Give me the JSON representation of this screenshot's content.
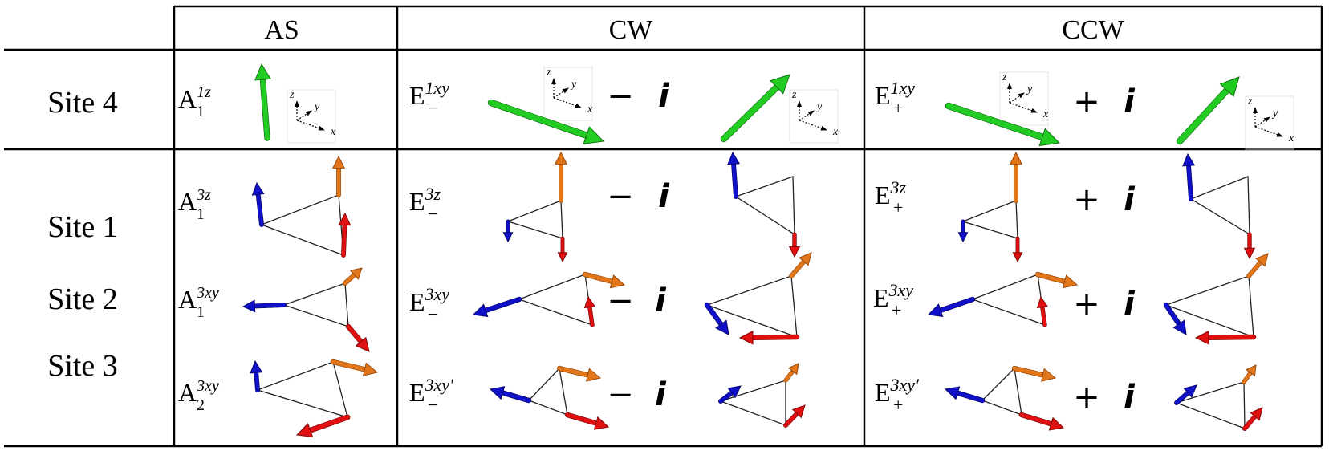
{
  "headers": {
    "as": "AS",
    "cw": "CW",
    "ccw": "CCW"
  },
  "rows": {
    "site4": "Site 4",
    "site1": "Site 1",
    "site2": "Site 2",
    "site3": "Site 3"
  },
  "labels": {
    "a1_1z": {
      "base": "A",
      "sub": "1",
      "sup": "1z"
    },
    "em_1xy": {
      "base": "E",
      "sub": "−",
      "sup": "1xy"
    },
    "ep_1xy": {
      "base": "E",
      "sub": "+",
      "sup": "1xy"
    },
    "a1_3z": {
      "base": "A",
      "sub": "1",
      "sup": "3z"
    },
    "em_3z": {
      "base": "E",
      "sub": "−",
      "sup": "3z"
    },
    "ep_3z": {
      "base": "E",
      "sub": "+",
      "sup": "3z"
    },
    "a1_3xy": {
      "base": "A",
      "sub": "1",
      "sup": "3xy"
    },
    "em_3xy": {
      "base": "E",
      "sub": "−",
      "sup": "3xy"
    },
    "ep_3xy": {
      "base": "E",
      "sub": "+",
      "sup": "3xy"
    },
    "a2_3xy": {
      "base": "A",
      "sub": "2",
      "sup": "3xy"
    },
    "em_3xyp": {
      "base": "E",
      "sub": "−",
      "sup": "3xy′"
    },
    "ep_3xyp": {
      "base": "E",
      "sub": "+",
      "sup": "3xy′"
    }
  },
  "operators": {
    "minus": "−",
    "plus": "+",
    "imag": "i"
  },
  "axis_labels": {
    "x": "x",
    "y": "y",
    "z": "z"
  },
  "colors": {
    "site1": "#e2761b",
    "site2": "#1010c8",
    "site3": "#e01010",
    "site4": "#22cc22",
    "site1_dark": "#9c4a08",
    "site2_dark": "#06066e",
    "site3_dark": "#800808",
    "site4_dark": "#107010",
    "grid": "#000000"
  }
}
